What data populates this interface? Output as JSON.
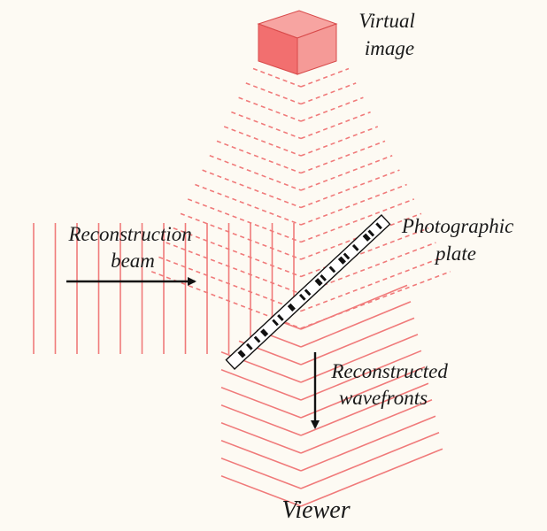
{
  "labels": {
    "virtual_image": [
      "Virtual",
      "image"
    ],
    "reconstruction_beam": [
      "Reconstruction",
      "beam"
    ],
    "photographic_plate": [
      "Photographic",
      "plate"
    ],
    "reconstructed_wavefronts": [
      "Reconstructed",
      "wavefronts"
    ],
    "viewer": "Viewer"
  },
  "colors": {
    "background": "#fdfaf3",
    "wave": "#f07a7a",
    "cube_front": "#f26f6f",
    "cube_top": "#f7a4a1",
    "cube_side": "#f59a97",
    "cube_edge": "#d84a4a",
    "arrow": "#111111"
  }
}
